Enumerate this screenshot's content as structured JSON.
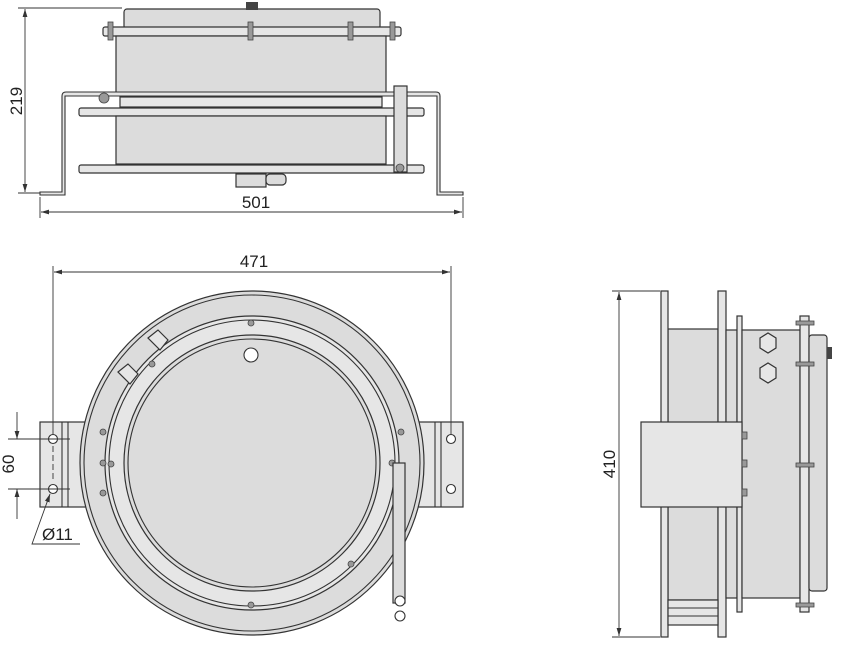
{
  "drawing": {
    "top_view": {
      "width_dim": "501",
      "height_dim": "219"
    },
    "front_view": {
      "width_dim": "471",
      "hole_spacing_dim": "60",
      "hole_diameter_dim": "Ø11"
    },
    "side_view": {
      "height_dim": "410"
    }
  }
}
